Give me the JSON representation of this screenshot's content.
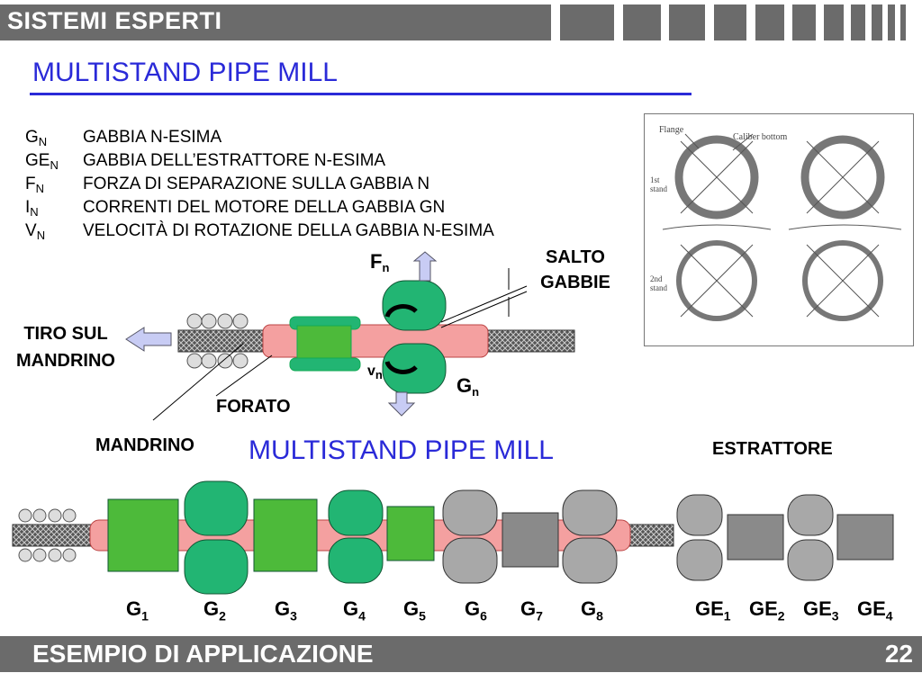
{
  "header": {
    "title": "SISTEMI ESPERTI"
  },
  "slide": {
    "subtitle": "MULTISTAND PIPE MILL"
  },
  "legend": [
    {
      "sym": "G",
      "sub": "N",
      "desc": "GABBIA N-ESIMA"
    },
    {
      "sym": "GE",
      "sub": "N",
      "desc": "GABBIA DELL’ESTRATTORE N-ESIMA"
    },
    {
      "sym": "F",
      "sub": "N",
      "desc": "FORZA DI SEPARAZIONE SULLA GABBIA N"
    },
    {
      "sym": "I",
      "sub": "N",
      "desc": "CORRENTI DEL MOTORE DELLA GABBIA GN"
    },
    {
      "sym": "V",
      "sub": "N",
      "desc": "VELOCITÀ DI ROTAZIONE DELLA GABBIA N-ESIMA"
    }
  ],
  "photo": {
    "flange": "Flange",
    "caliber": "Caliber bottom",
    "stand1a": "1st",
    "stand1b": "stand",
    "stand2a": "2nd",
    "stand2b": "stand"
  },
  "diagram": {
    "salto1": "SALTO",
    "salto2": "GABBIE",
    "fn": "F",
    "fn_sub": "n",
    "vn": "v",
    "vn_sub": "n",
    "gn": "G",
    "gn_sub": "n",
    "tiro1": "TIRO SUL",
    "tiro2": "MANDRINO",
    "forato": "FORATO",
    "mandrino": "MANDRINO"
  },
  "bottom": {
    "title": "MULTISTAND PIPE MILL",
    "estrattore": "ESTRATTORE",
    "stands": [
      {
        "s": "G",
        "n": "1"
      },
      {
        "s": "G",
        "n": "2"
      },
      {
        "s": "G",
        "n": "3"
      },
      {
        "s": "G",
        "n": "4"
      },
      {
        "s": "G",
        "n": "5"
      },
      {
        "s": "G",
        "n": "6"
      },
      {
        "s": "G",
        "n": "7"
      },
      {
        "s": "G",
        "n": "8"
      }
    ],
    "extractors": [
      {
        "s": "GE",
        "n": "1"
      },
      {
        "s": "GE",
        "n": "2"
      },
      {
        "s": "GE",
        "n": "3"
      },
      {
        "s": "GE",
        "n": "4"
      }
    ]
  },
  "footer": {
    "section": "ESEMPIO DI APPLICAZIONE",
    "page": "22"
  },
  "colors": {
    "header_gray": "#6b6b6b",
    "title_blue": "#2a2ad8",
    "roll_green": "#22b573",
    "pipe_pink": "#f4a0a0",
    "roll_gray": "#a8a8a8"
  }
}
